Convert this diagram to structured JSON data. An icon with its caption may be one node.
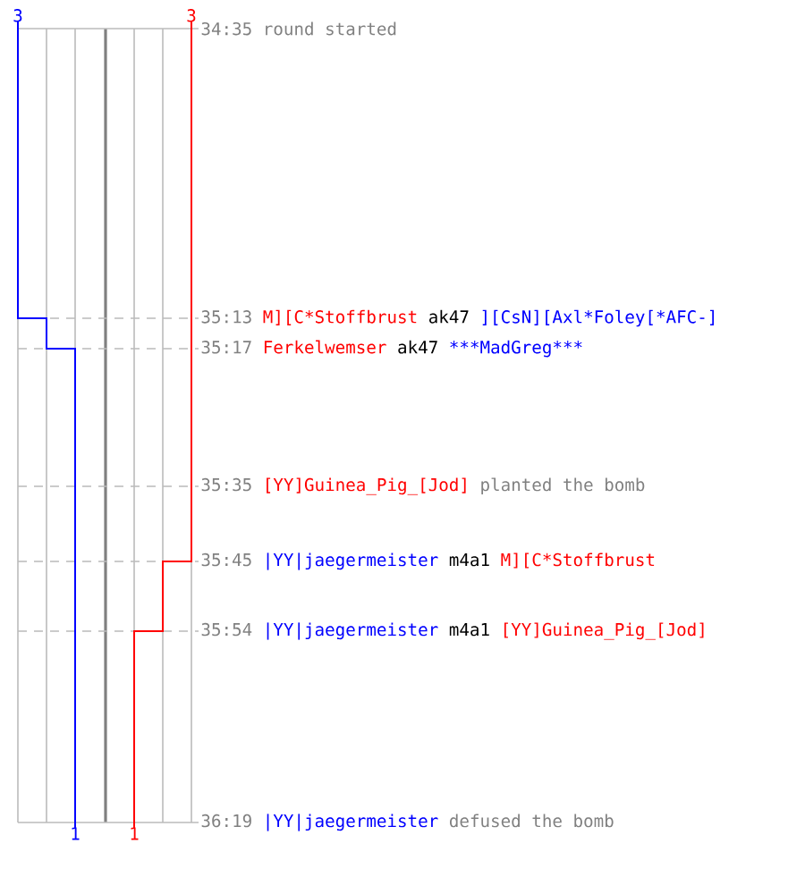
{
  "diagram": {
    "labels": [
      "3",
      "3",
      "34:35",
      "round started",
      "35:13",
      "M][C*Stoffbrust",
      "ak47",
      "][CsN][Axl*Foley[*AFC-]",
      "35:17",
      "Ferkelwemser",
      "ak47",
      "***",
      "MadGreg",
      "***",
      "35:35",
      "[YY]Guinea_Pig_[Jod]",
      "planted the bomb",
      "35:45",
      "|YY|jaegermeister",
      "m4a1",
      "M][C*Stoffbrust",
      "35:54",
      "|YY|jaegermeister",
      "m4a1",
      "[YY]Guinea_Pig_[Jod]",
      "36:19",
      "|YY|jaegermeister",
      "defused the bomb",
      "1",
      "1"
    ]
  }
}
